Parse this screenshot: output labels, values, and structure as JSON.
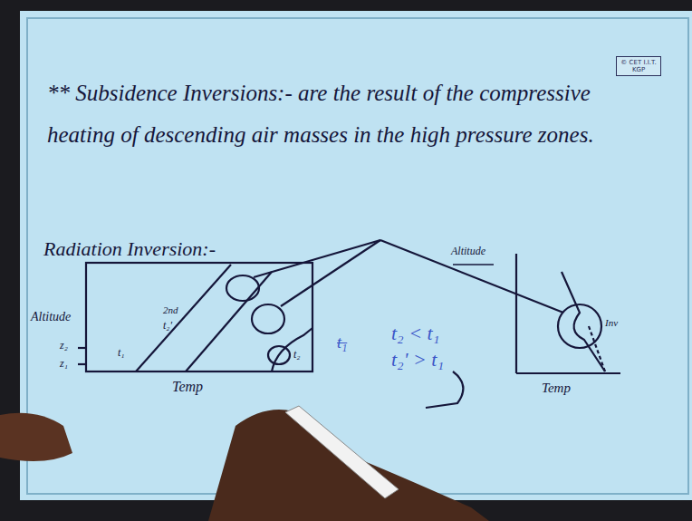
{
  "diagram": {
    "nodes": [
      {
        "text": [
          "© CET I.I.T. KGP"
        ]
      }
    ],
    "labels": [
      "** Subsidence Inversions:- are the result of the compressive heating of descending air masses in the high pressure zones.",
      "Radiation Inversion:-",
      "Altitude",
      "z₂",
      "z₁",
      "t₁",
      "2nd",
      "t₂'",
      "t₂",
      "Temp",
      "t₁",
      "t₂ < t₁",
      "t₂' > t₁",
      "Altitude",
      "Inv",
      "Temp"
    ]
  }
}
